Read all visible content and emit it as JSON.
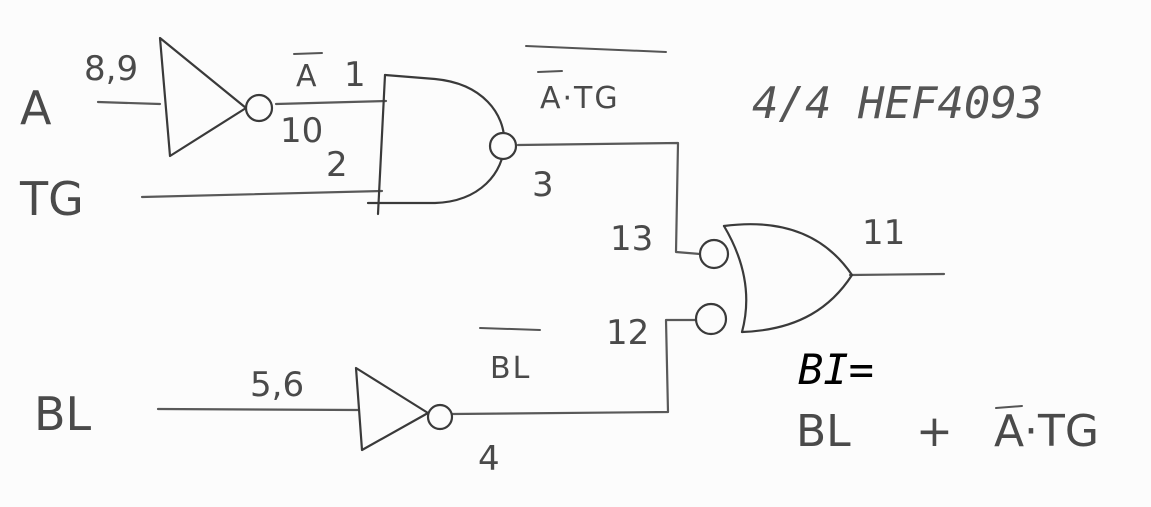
{
  "inputs": {
    "a": "A",
    "tg": "TG",
    "bl": "BL"
  },
  "pins": {
    "inv_a_in": "8,9",
    "inv_a_out": "10",
    "nand1_in1": "1",
    "nand1_in2": "2",
    "nand1_out": "3",
    "inv_bl_in": "5,6",
    "inv_bl_out": "4",
    "nand2_in1": "13",
    "nand2_in2": "12",
    "nand2_out": "11"
  },
  "signal_labels": {
    "a_not": "A",
    "a_not_and_tg": "A·TG",
    "bl_not": "BL"
  },
  "chip_label": "4/4 HEF4093",
  "output": {
    "label": "BI=",
    "expression_left": "BL",
    "operator": "+",
    "expression_a": "A",
    "expression_rest": "·TG"
  },
  "colors": {
    "background": "#fcfcfc",
    "ink": "#3a3a3a",
    "label": "#000000"
  }
}
